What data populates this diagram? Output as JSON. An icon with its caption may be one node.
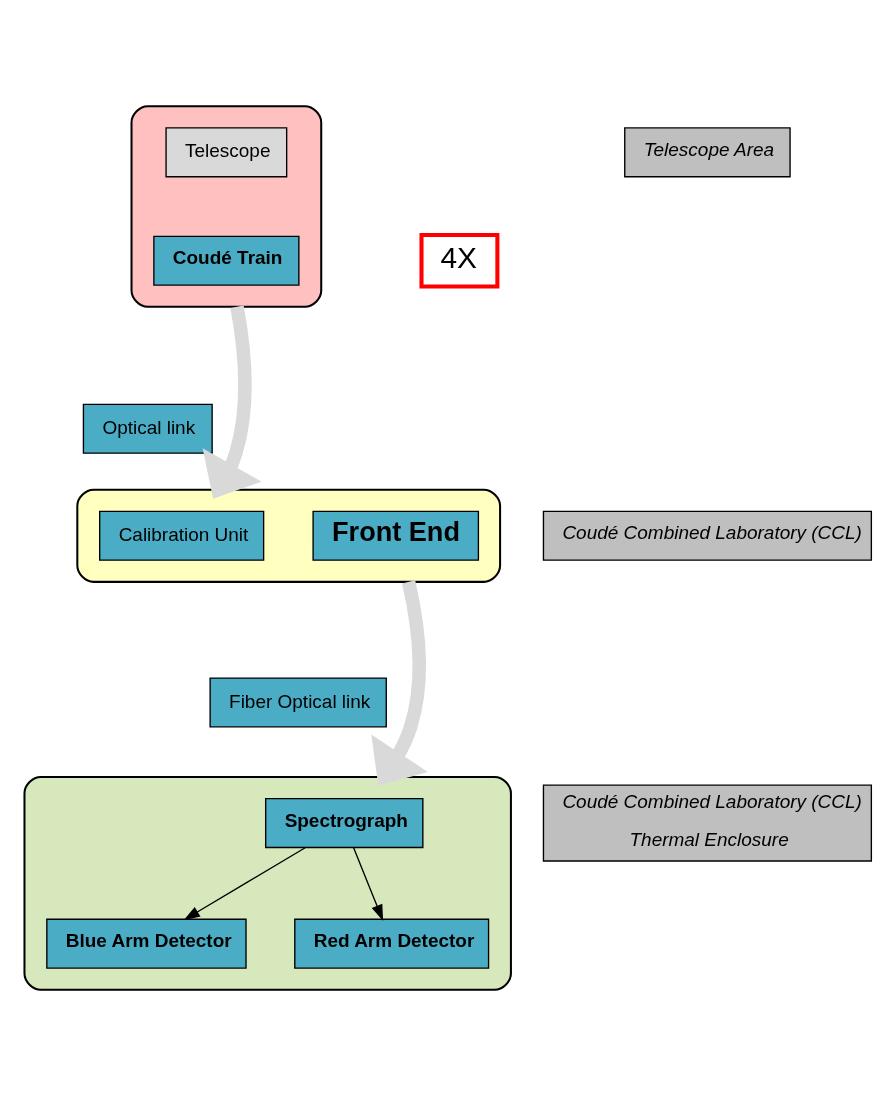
{
  "diagram": {
    "nodes": [
      {
        "text": [],
        "shape": "box"
      },
      {
        "text": [
          "Telescope"
        ],
        "in": 0
      },
      {
        "text": [
          "Coudé Train"
        ],
        "in": 0
      },
      {
        "text": [
          "4X"
        ]
      },
      {
        "text": [
          "Telescope Area"
        ]
      },
      {
        "text": [
          "Optical link"
        ]
      },
      {
        "text": [],
        "shape": "box"
      },
      {
        "text": [
          "Calibration Unit"
        ],
        "in": 6
      },
      {
        "text": [
          "Front End"
        ],
        "in": 6
      },
      {
        "text": [
          "Coudé Combined Laboratory (CCL)"
        ]
      },
      {
        "text": [
          "Fiber Optical link"
        ]
      },
      {
        "text": [],
        "shape": "box"
      },
      {
        "text": [
          "Spectrograph"
        ],
        "in": 11
      },
      {
        "text": [
          "Blue Arm Detector"
        ],
        "in": 11
      },
      {
        "text": [
          "Red Arm Detector"
        ],
        "in": 11
      },
      {
        "text": [
          "Coudé Combined Laboratory (CCL)",
          "Thermal Enclosure"
        ]
      }
    ],
    "edges": [
      {
        "from": 0,
        "to": 6,
        "arrow": "to",
        "style": "thick",
        "color": "#d9d9d9"
      },
      {
        "from": 6,
        "to": 11,
        "arrow": "to",
        "style": "thick",
        "color": "#d9d9d9"
      },
      {
        "from": 12,
        "to": 13,
        "arrow": "to",
        "color": "#000000"
      },
      {
        "from": 12,
        "to": 14,
        "arrow": "to",
        "color": "#000000"
      }
    ]
  }
}
